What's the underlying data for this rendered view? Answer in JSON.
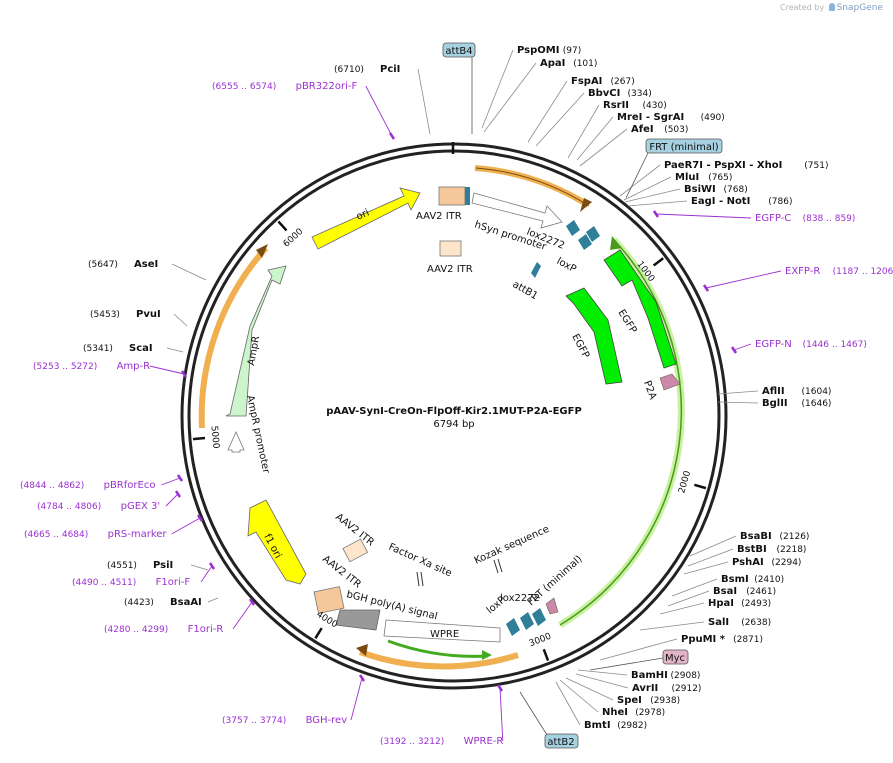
{
  "credit": {
    "prefix": "Created by",
    "brand": "SnapGene"
  },
  "plasmid": {
    "name": "pAAV-SynI-CreOn-FlpOff-Kir2.1MUT-P2A-EGFP",
    "length_label": "6794 bp",
    "length": 6794
  },
  "ticks": [
    {
      "pos": 1000,
      "label": "1000"
    },
    {
      "pos": 2000,
      "label": "2000"
    },
    {
      "pos": 3000,
      "label": "3000"
    },
    {
      "pos": 4000,
      "label": "4000"
    },
    {
      "pos": 5000,
      "label": "5000"
    },
    {
      "pos": 6000,
      "label": "6000"
    }
  ],
  "enzymes": [
    {
      "name": "PciI",
      "pos": "(6710)",
      "side": "left",
      "bold": true
    },
    {
      "name": "PspOMI",
      "pos": "(97)",
      "side": "right",
      "bold": true
    },
    {
      "name": "ApaI",
      "pos": "(101)",
      "side": "right",
      "bold": true
    },
    {
      "name": "FspAI",
      "pos": "(267)",
      "side": "right",
      "bold": true
    },
    {
      "name": "BbvCI",
      "pos": "(334)",
      "side": "right",
      "bold": true
    },
    {
      "name": "RsrII",
      "pos": "(430)",
      "side": "right",
      "bold": true
    },
    {
      "name": "MreI - SgrAI",
      "pos": "(490)",
      "side": "right",
      "bold": true
    },
    {
      "name": "AfeI",
      "pos": "(503)",
      "side": "right",
      "bold": true
    },
    {
      "name": "PaeR7I - PspXI - XhoI",
      "pos": "(751)",
      "side": "right",
      "bold": true
    },
    {
      "name": "MluI",
      "pos": "(765)",
      "side": "right",
      "bold": true
    },
    {
      "name": "BsiWI",
      "pos": "(768)",
      "side": "right",
      "bold": true
    },
    {
      "name": "EagI - NotI",
      "pos": "(786)",
      "side": "right",
      "bold": true
    },
    {
      "name": "AflII",
      "pos": "(1604)",
      "side": "right",
      "bold": true
    },
    {
      "name": "BglII",
      "pos": "(1646)",
      "side": "right",
      "bold": true
    },
    {
      "name": "BsaBI",
      "pos": "(2126)",
      "side": "right",
      "bold": true
    },
    {
      "name": "BstBI",
      "pos": "(2218)",
      "side": "right",
      "bold": true
    },
    {
      "name": "PshAI",
      "pos": "(2294)",
      "side": "right",
      "bold": true
    },
    {
      "name": "BsmI",
      "pos": "(2410)",
      "side": "right",
      "bold": true
    },
    {
      "name": "BsaI",
      "pos": "(2461)",
      "side": "right",
      "bold": true
    },
    {
      "name": "HpaI",
      "pos": "(2493)",
      "side": "right",
      "bold": true
    },
    {
      "name": "SalI",
      "pos": "(2638)",
      "side": "right",
      "bold": true
    },
    {
      "name": "PpuMI *",
      "pos": "(2871)",
      "side": "right",
      "bold": true
    },
    {
      "name": "BamHI",
      "pos": "(2908)",
      "side": "right",
      "bold": true
    },
    {
      "name": "AvrII",
      "pos": "(2912)",
      "side": "right",
      "bold": true
    },
    {
      "name": "SpeI",
      "pos": "(2938)",
      "side": "right",
      "bold": true
    },
    {
      "name": "NheI",
      "pos": "(2978)",
      "side": "right",
      "bold": true
    },
    {
      "name": "BmtI",
      "pos": "(2982)",
      "side": "right",
      "bold": true
    },
    {
      "name": "AseI",
      "pos": "(5647)",
      "side": "left",
      "bold": true
    },
    {
      "name": "PvuI",
      "pos": "(5453)",
      "side": "left",
      "bold": true
    },
    {
      "name": "ScaI",
      "pos": "(5341)",
      "side": "left",
      "bold": true
    },
    {
      "name": "PsiI",
      "pos": "(4551)",
      "side": "left",
      "bold": true
    },
    {
      "name": "BsaAI",
      "pos": "(4423)",
      "side": "left",
      "bold": true
    }
  ],
  "primers": [
    {
      "name": "pBR322ori-F",
      "range": "(6555 .. 6574)",
      "side": "left"
    },
    {
      "name": "EGFP-C",
      "range": "(838 .. 859)",
      "side": "right"
    },
    {
      "name": "EXFP-R",
      "range": "(1187 .. 1206)",
      "side": "right"
    },
    {
      "name": "EGFP-N",
      "range": "(1446 .. 1467)",
      "side": "right"
    },
    {
      "name": "Amp-R",
      "range": "(5253 .. 5272)",
      "side": "left"
    },
    {
      "name": "pBRforEco",
      "range": "(4844 .. 4862)",
      "side": "left"
    },
    {
      "name": "pGEX 3'",
      "range": "(4784 .. 4806)",
      "side": "left"
    },
    {
      "name": "pRS-marker",
      "range": "(4665 .. 4684)",
      "side": "left"
    },
    {
      "name": "F1ori-F",
      "range": "(4490 .. 4511)",
      "side": "left"
    },
    {
      "name": "F1ori-R",
      "range": "(4280 .. 4299)",
      "side": "left"
    },
    {
      "name": "BGH-rev",
      "range": "(3757 .. 3774)",
      "side": "left"
    },
    {
      "name": "WPRE-R",
      "range": "(3192 .. 3212)",
      "side": "left"
    }
  ],
  "boxed_labels": {
    "attB4": "attB4",
    "frt_top": "FRT (minimal)",
    "myc": "Myc",
    "attB2": "attB2"
  },
  "features": {
    "ori": "ori",
    "aav2_itr_1": "AAV2 ITR",
    "aav2_itr_2": "AAV2 ITR",
    "aav2_itr_3": "AAV2 ITR",
    "aav2_itr_4": "AAV2 ITR",
    "hsyn": "hSyn promoter",
    "lox2272_1": "lox2272",
    "loxp_1": "loxP",
    "attb1": "attB1",
    "egfp_1": "EGFP",
    "egfp_2": "EGFP",
    "p2a": "P2A",
    "ampr": "AmpR",
    "ampr_promoter": "AmpR promoter",
    "f1_ori": "f1 ori",
    "factor_xa": "Factor Xa site",
    "kozak": "Kozak sequence",
    "bgh": "bGH poly(A) signal",
    "wpre": "WPRE",
    "lox2272_2": "lox2272",
    "loxp_2": "loxP",
    "frt_inner": "FRT (minimal)"
  },
  "colors": {
    "ori": "#ffff00",
    "egfp": "#00ee00",
    "ampr": "#ccf5cc",
    "itr": "#f5c79a",
    "orange_arrow": "#f0b050",
    "primer": "#9b30d0",
    "lox": "#2f7f99",
    "enzyme_line": "#8a8a8a"
  }
}
